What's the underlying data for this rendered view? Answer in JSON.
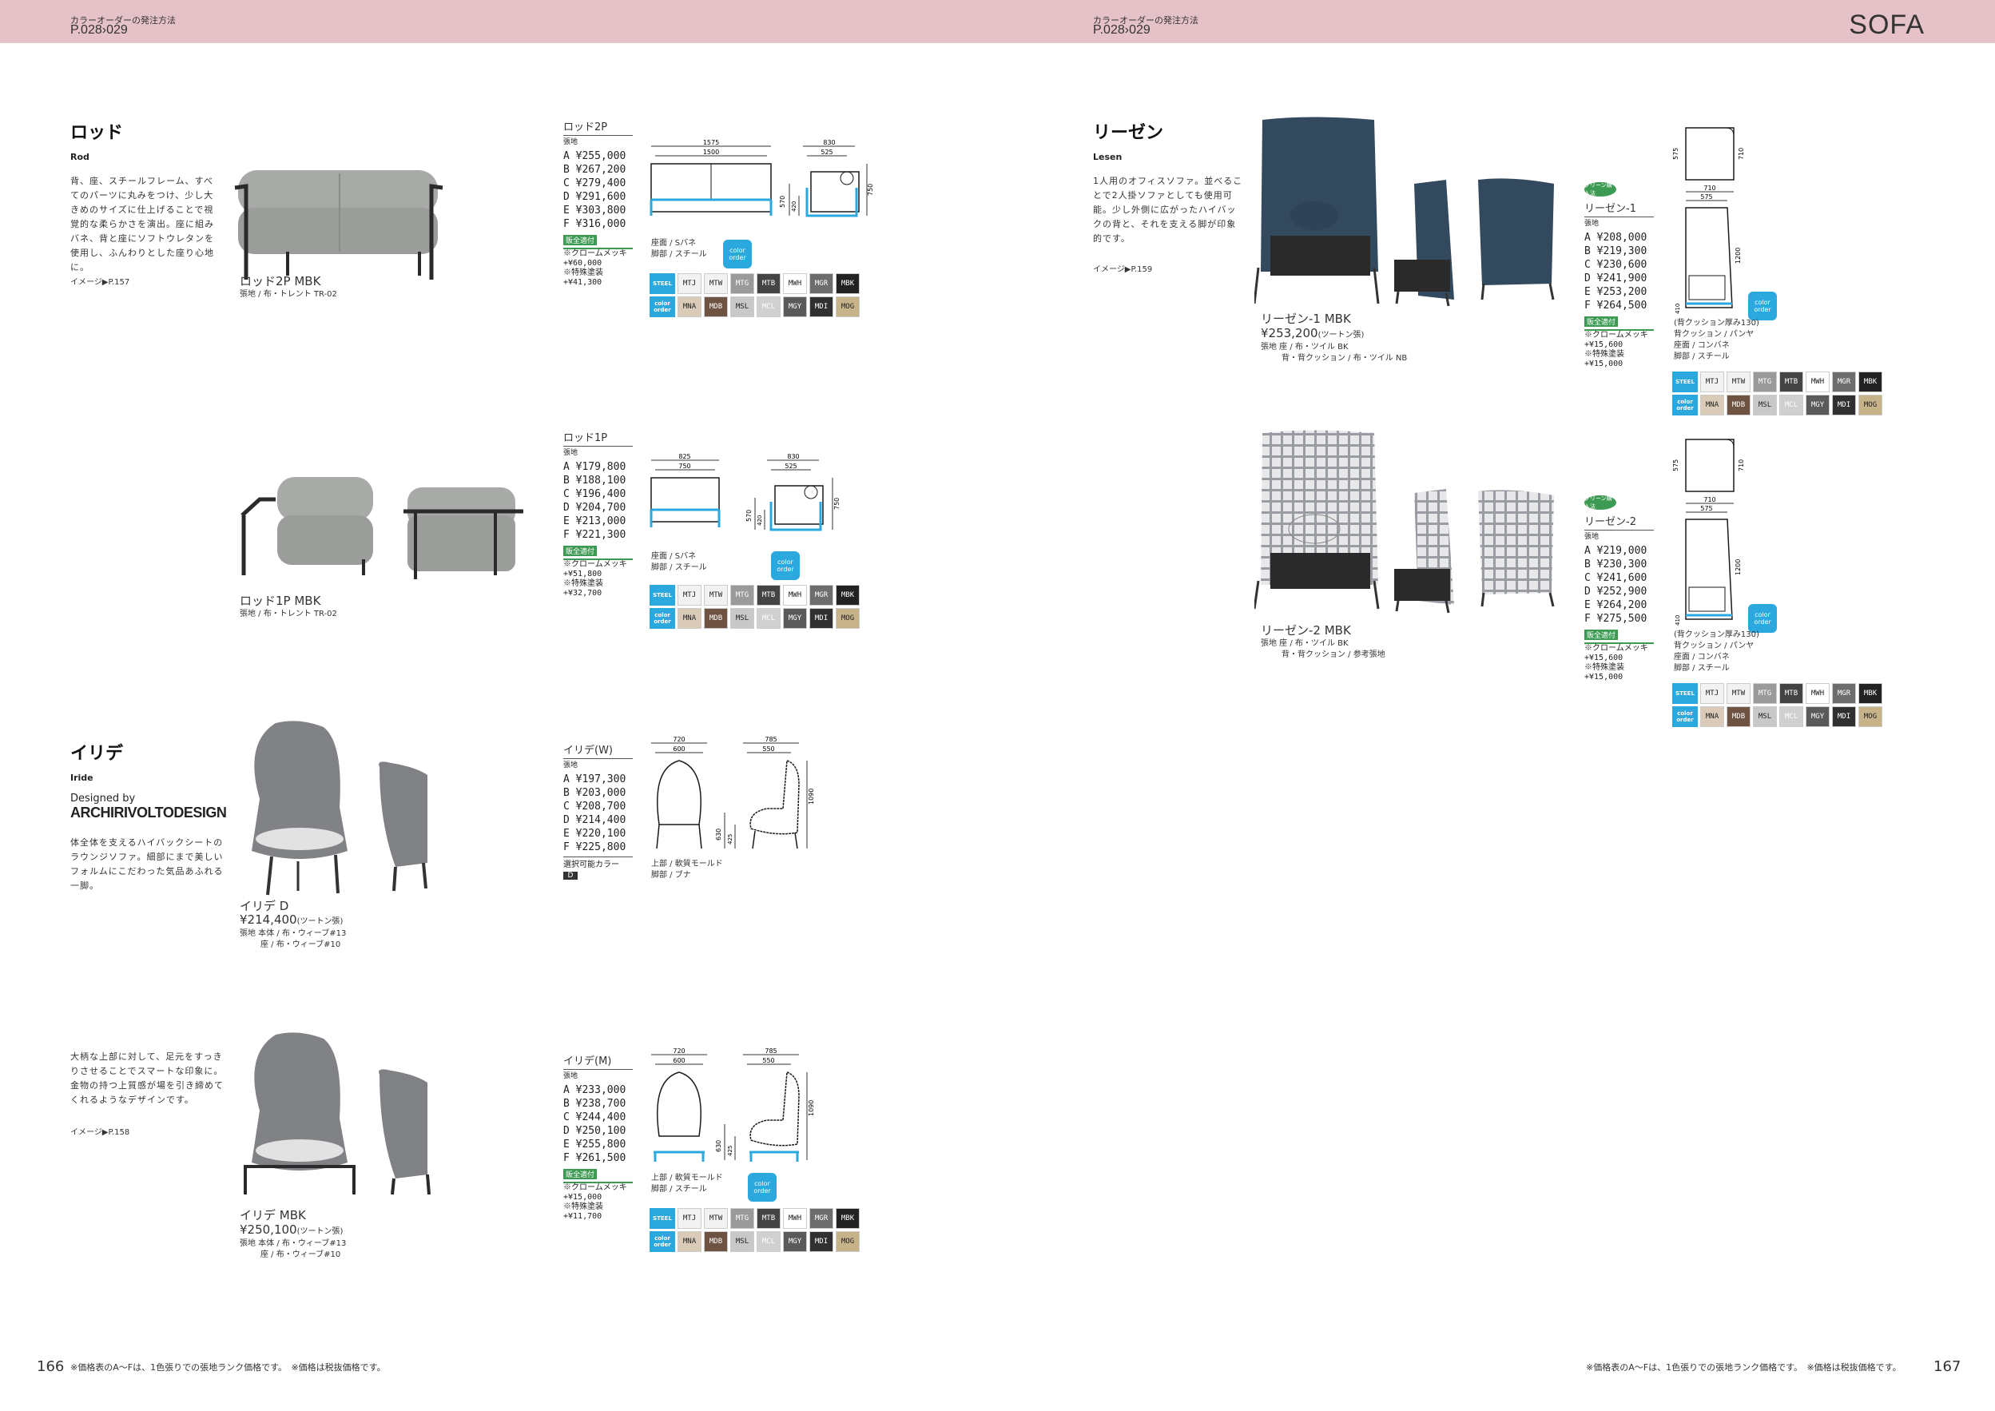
{
  "header": {
    "left_line1": "カラーオーダーの発注方法",
    "left_line2": "P.028›029",
    "right_line1": "カラーオーダーの発注方法",
    "right_line2": "P.028›029",
    "section": "SOFA"
  },
  "rod": {
    "title": "ロッド",
    "en": "Rod",
    "desc": "背、座、スチールフレーム、すべてのパーツに丸みをつけ、少し大きめのサイズに仕上げることで視覚的な柔らかさを演出。座に組みバネ、背と座にソフトウレタンを使用し、ふんわりとした座り心地に。",
    "image_ref": "イメージ▶P.157",
    "p2": {
      "name": "ロッド2P MBK",
      "fabric": "張地 / 布・トレント TR-02",
      "price_title": "ロッド2P",
      "price_header": "張地",
      "prices": [
        "A ¥255,000",
        "B ¥267,200",
        "C ¥279,400",
        "D ¥291,600",
        "E ¥303,800",
        "F ¥316,000"
      ],
      "green": "販全適付",
      "opt1": "※クロームメッキ",
      "opt1v": "+¥60,000",
      "opt2": "※特殊塗装",
      "opt2v": "+¥41,300",
      "spec1": "座面 / Sバネ",
      "spec2": "脚部 / スチール",
      "dims": [
        "1575",
        "1500",
        "830",
        "525",
        "750",
        "420",
        "570"
      ]
    },
    "p1": {
      "name": "ロッド1P MBK",
      "fabric": "張地 / 布・トレント TR-02",
      "price_title": "ロッド1P",
      "price_header": "張地",
      "prices": [
        "A ¥179,800",
        "B ¥188,100",
        "C ¥196,400",
        "D ¥204,700",
        "E ¥213,000",
        "F ¥221,300"
      ],
      "green": "販全適付",
      "opt1": "※クロームメッキ",
      "opt1v": "+¥51,800",
      "opt2": "※特殊塗装",
      "opt2v": "+¥32,700",
      "spec1": "座面 / Sバネ",
      "spec2": "脚部 / スチール",
      "dims": [
        "825",
        "750",
        "830",
        "525",
        "750",
        "420",
        "570"
      ]
    }
  },
  "iride": {
    "title": "イリデ",
    "en": "Iride",
    "designed_by": "Designed by",
    "brand": "ARCHIRIVOLTODESIGN",
    "desc": "体全体を支えるハイバックシートのラウンジソファ。細部にまで美しいフォルムにこだわった気品あふれる一脚。",
    "desc2": "大柄な上部に対して、足元をすっきりさせることでスマートな印象に。金物の持つ上質感が場を引き締めてくれるようなデザインです。",
    "image_ref": "イメージ▶P.158",
    "d": {
      "name": "イリデ D",
      "price": "¥214,400",
      "price_note": "(ツートン張)",
      "fabric1": "張地 本体 / 布・ウィーブ#13",
      "fabric2": "座 / 布・ウィーブ#10",
      "price_title": "イリデ(W)",
      "price_header": "張地",
      "prices": [
        "A ¥197,300",
        "B ¥203,000",
        "C ¥208,700",
        "D ¥214,400",
        "E ¥220,100",
        "F ¥225,800"
      ],
      "select_label": "選択可能カラー",
      "select_val": "D",
      "spec1": "上部 / 軟質モールド",
      "spec2": "脚部 / ブナ",
      "dims": [
        "720",
        "600",
        "785",
        "550",
        "1090",
        "425",
        "630"
      ]
    },
    "m": {
      "name": "イリデ MBK",
      "price": "¥250,100",
      "price_note": "(ツートン張)",
      "fabric1": "張地 本体 / 布・ウィーブ#13",
      "fabric2": "座 / 布・ウィーブ#10",
      "price_title": "イリデ(M)",
      "price_header": "張地",
      "prices": [
        "A ¥233,000",
        "B ¥238,700",
        "C ¥244,400",
        "D ¥250,100",
        "E ¥255,800",
        "F ¥261,500"
      ],
      "green": "販全適付",
      "opt1": "※クロームメッキ",
      "opt1v": "+¥15,000",
      "opt2": "※特殊塗装",
      "opt2v": "+¥11,700",
      "spec1": "上部 / 軟質モールド",
      "spec2": "脚部 / スチール",
      "dims": [
        "720",
        "600",
        "785",
        "550",
        "1090",
        "425",
        "630"
      ]
    }
  },
  "lesen": {
    "title": "リーゼン",
    "en": "Lesen",
    "desc": "1人用のオフィスソファ。並べることで2人掛ソファとしても使用可能。少し外側に広がったハイバックの背と、それを支える脚が印象的です。",
    "image_ref": "イメージ▶P.159",
    "l1": {
      "name": "リーゼン-1 MBK",
      "price": "¥253,200",
      "price_note": "(ツートン張)",
      "fabric1": "張地 座 / 布・ツイル BK",
      "fabric2": "背・背クッション / 布・ツイル NB",
      "price_title": "リーゼン-1",
      "price_header": "張地",
      "prices": [
        "A ¥208,000",
        "B ¥219,300",
        "C ¥230,600",
        "D ¥241,900",
        "E ¥253,200",
        "F ¥264,500"
      ],
      "green": "販全適付",
      "opt1": "※クロームメッキ",
      "opt1v": "+¥15,600",
      "opt2": "※特殊塗装",
      "opt2v": "+¥15,000",
      "spec0": "(背クッション厚み130)",
      "spec1": "背クッション / パンヤ",
      "spec2": "座面 / コンバネ",
      "spec3": "脚部 / スチール",
      "dims": [
        "575",
        "710",
        "710",
        "575",
        "1200",
        "410"
      ]
    },
    "l2": {
      "name": "リーゼン-2 MBK",
      "fabric1": "張地 座 / 布・ツイル BK",
      "fabric2": "背・背クッション / 参考張地",
      "price_title": "リーゼン-2",
      "price_header": "張地",
      "prices": [
        "A ¥219,000",
        "B ¥230,300",
        "C ¥241,600",
        "D ¥252,900",
        "E ¥264,200",
        "F ¥275,500"
      ],
      "green": "販全適付",
      "opt1": "※クロームメッキ",
      "opt1v": "+¥15,600",
      "opt2": "※特殊塗装",
      "opt2v": "+¥15,000",
      "spec0": "(背クッション厚み130)",
      "spec1": "背クッション / パンヤ",
      "spec2": "座面 / コンバネ",
      "spec3": "脚部 / スチール",
      "dims": [
        "575",
        "710",
        "710",
        "575",
        "1200",
        "410"
      ]
    }
  },
  "swatch": {
    "steel": "STEEL",
    "color_order": "color order",
    "row1": [
      "MTJ",
      "MTW",
      "MTG",
      "MTB",
      "MWH",
      "MGR",
      "MBK"
    ],
    "row2": [
      "MNA",
      "MDB",
      "MSL",
      "MCL",
      "MGY",
      "MDI",
      "MOG"
    ],
    "row1_colors": [
      "#f2f2f2",
      "#f2f2f2",
      "#9a9a9a",
      "#444444",
      "#ffffff",
      "#6d6d6d",
      "#222222"
    ],
    "row2_colors": [
      "#d9cbb8",
      "#6e5343",
      "#c8c8c8",
      "#d0d0d0",
      "#5a5a5a",
      "#303030",
      "#c7b38a"
    ],
    "row1_text": [
      "#222",
      "#222",
      "#fff",
      "#fff",
      "#222",
      "#fff",
      "#fff"
    ],
    "row2_text": [
      "#222",
      "#fff",
      "#222",
      "#fff",
      "#fff",
      "#fff",
      "#222"
    ]
  },
  "badge": "color order",
  "eco": "グリーン購入法",
  "footer_left": "※価格表のA〜Fは、1色張りでの張地ランク価格です。　※価格は税抜価格です。",
  "footer_right": "※価格表のA〜Fは、1色張りでの張地ランク価格です。　※価格は税抜価格です。",
  "page_left": "166",
  "page_right": "167"
}
